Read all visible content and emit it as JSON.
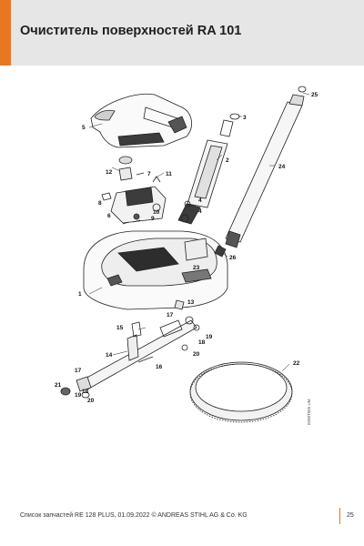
{
  "header": {
    "title": "Очиститель поверхностей RA 101",
    "accent_color": "#e87722",
    "background_color": "#e6e6e6"
  },
  "diagram": {
    "part_labels": [
      "1",
      "2",
      "3",
      "4",
      "4",
      "5",
      "6",
      "7",
      "8",
      "9",
      "10",
      "11",
      "12",
      "13",
      "14",
      "15",
      "16",
      "17",
      "17",
      "18",
      "18",
      "19",
      "19",
      "20",
      "20",
      "21",
      "22",
      "23",
      "24",
      "25",
      "26"
    ],
    "drawing_code": "0208T065 UM"
  },
  "footer": {
    "catalog_text": "Список запчастей RE 128 PLUS, 01.09.2022 © ANDREAS STIHL AG & Co. KG",
    "page_number": "25"
  }
}
